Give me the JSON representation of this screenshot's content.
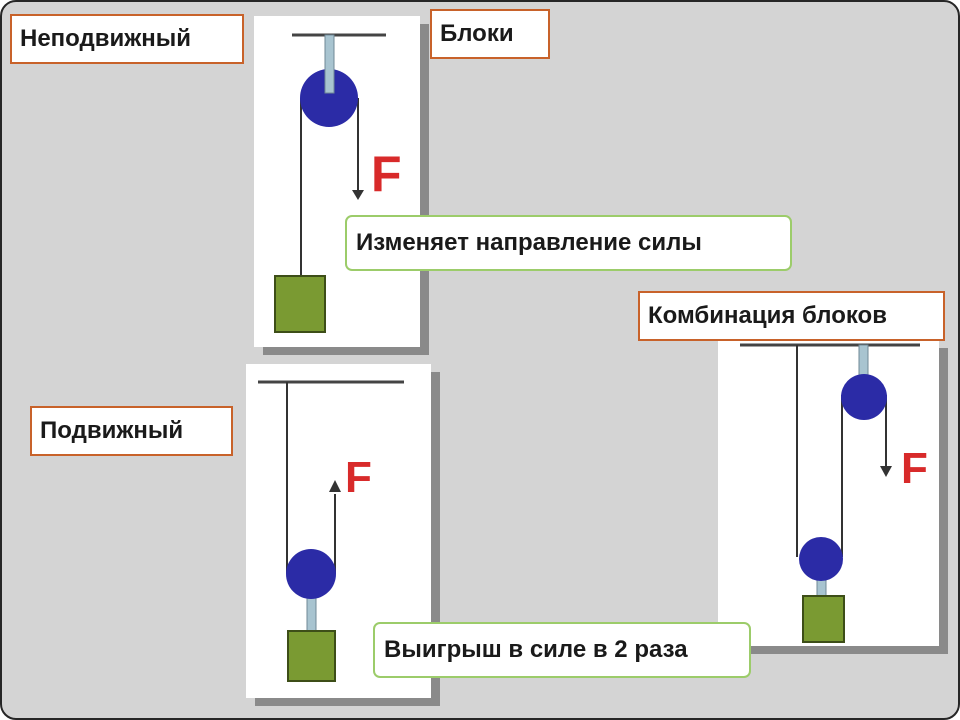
{
  "labels": {
    "fixed_pulley": "Неподвижный",
    "title": "Блоки",
    "fixed_pulley_note": "Изменяет направление силы",
    "movable_pulley": "Подвижный",
    "combination": "Комбинация блоков",
    "movable_pulley_note": "Выигрыш в силе в 2 раза"
  },
  "force_symbol": "F",
  "colors": {
    "background": "#d4d4d4",
    "pulley": "#2b2ba6",
    "weight": "#7a9a32",
    "force": "#d82a2a",
    "label_border_orange": "#c8622a",
    "label_border_green": "#9ccc6a"
  }
}
